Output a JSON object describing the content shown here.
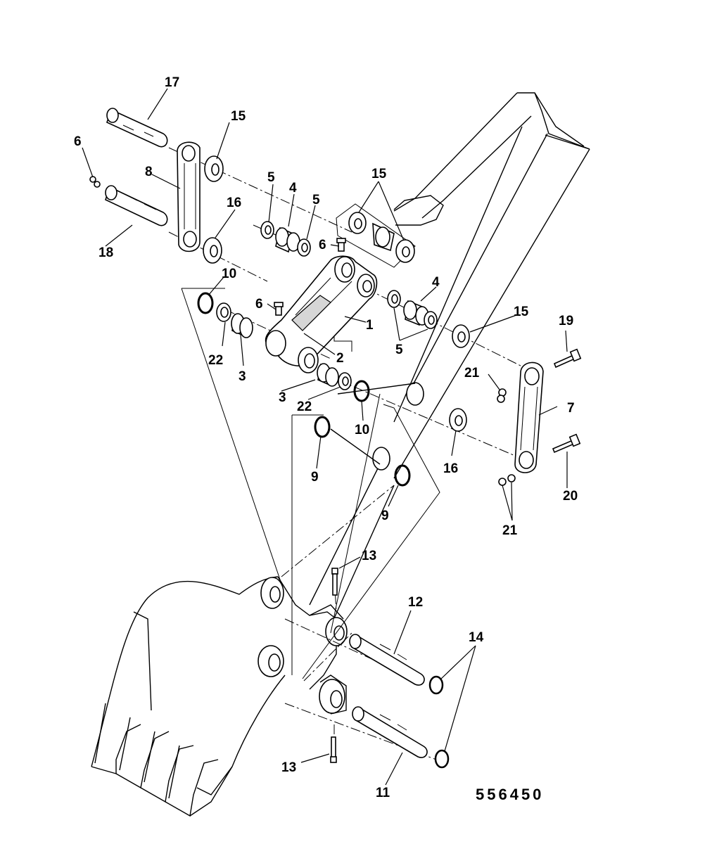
{
  "drawing": {
    "reference_number": "556450",
    "callouts": [
      {
        "id": "17",
        "label": "17"
      },
      {
        "id": "15a",
        "label": "15"
      },
      {
        "id": "6a",
        "label": "6"
      },
      {
        "id": "8",
        "label": "8"
      },
      {
        "id": "5a",
        "label": "5"
      },
      {
        "id": "4a",
        "label": "4"
      },
      {
        "id": "5b",
        "label": "5"
      },
      {
        "id": "15b",
        "label": "15"
      },
      {
        "id": "16a",
        "label": "16"
      },
      {
        "id": "18",
        "label": "18"
      },
      {
        "id": "6b",
        "label": "6"
      },
      {
        "id": "10a",
        "label": "10"
      },
      {
        "id": "6c",
        "label": "6"
      },
      {
        "id": "4b",
        "label": "4"
      },
      {
        "id": "1",
        "label": "1"
      },
      {
        "id": "15c",
        "label": "15"
      },
      {
        "id": "19",
        "label": "19"
      },
      {
        "id": "22a",
        "label": "22"
      },
      {
        "id": "3a",
        "label": "3"
      },
      {
        "id": "2",
        "label": "2"
      },
      {
        "id": "5c",
        "label": "5"
      },
      {
        "id": "21a",
        "label": "21"
      },
      {
        "id": "3b",
        "label": "3"
      },
      {
        "id": "22b",
        "label": "22"
      },
      {
        "id": "7",
        "label": "7"
      },
      {
        "id": "10b",
        "label": "10"
      },
      {
        "id": "16b",
        "label": "16"
      },
      {
        "id": "9a",
        "label": "9"
      },
      {
        "id": "20",
        "label": "20"
      },
      {
        "id": "9b",
        "label": "9"
      },
      {
        "id": "21b",
        "label": "21"
      },
      {
        "id": "13a",
        "label": "13"
      },
      {
        "id": "12",
        "label": "12"
      },
      {
        "id": "14",
        "label": "14"
      },
      {
        "id": "13b",
        "label": "13"
      },
      {
        "id": "11",
        "label": "11"
      }
    ]
  }
}
